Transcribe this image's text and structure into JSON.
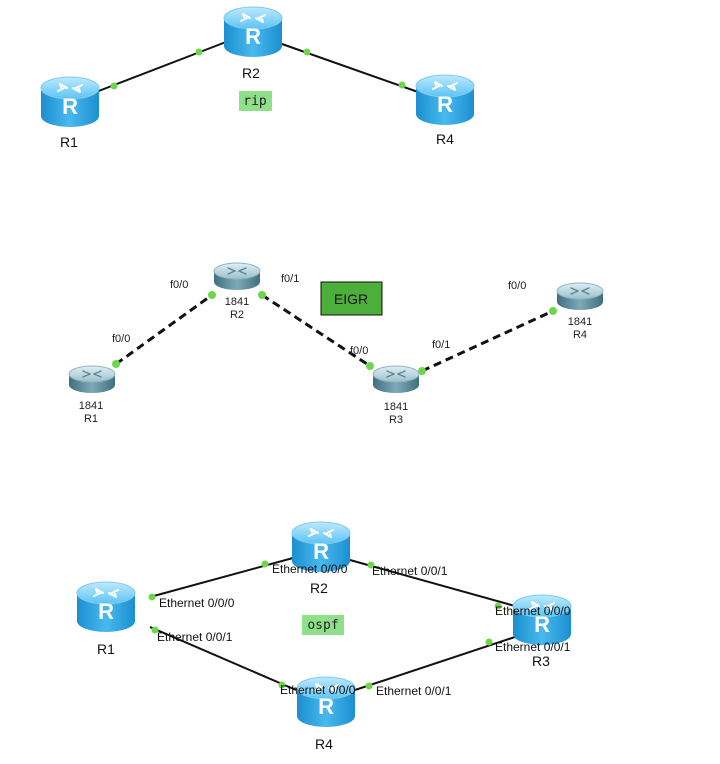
{
  "diagrams": {
    "rip": {
      "protocol_label": "rip",
      "routers": [
        {
          "name": "R1"
        },
        {
          "name": "R2"
        },
        {
          "name": "R4"
        }
      ]
    },
    "eigrp": {
      "protocol_label": "EIGR",
      "routers": [
        {
          "name": "R1",
          "model": "1841"
        },
        {
          "name": "R2",
          "model": "1841"
        },
        {
          "name": "R3",
          "model": "1841"
        },
        {
          "name": "R4",
          "model": "1841"
        }
      ],
      "ports": {
        "r1_f00": "f0/0",
        "r2_f00": "f0/0",
        "r2_f01": "f0/1",
        "r3_f00": "f0/0",
        "r3_f01": "f0/1",
        "r4_f00": "f0/0"
      }
    },
    "ospf": {
      "protocol_label": "ospf",
      "routers": [
        {
          "name": "R1"
        },
        {
          "name": "R2"
        },
        {
          "name": "R3"
        },
        {
          "name": "R4"
        }
      ],
      "ports": {
        "r1_e000": "Ethernet 0/0/0",
        "r1_e001": "Ethernet 0/0/1",
        "r2_e000": "Ethernet 0/0/0",
        "r2_e001": "Ethernet 0/0/1",
        "r3_e000": "Ethernet 0/0/0",
        "r3_e001": "Ethernet 0/0/1",
        "r4_e000": "Ethernet 0/0/0",
        "r4_e001": "Ethernet 0/0/1"
      }
    }
  },
  "colors": {
    "link_dot": "#6fd64a",
    "protocol_box": "#8fe08a",
    "eigrp_box": "#4caf3a",
    "router_blue": "#2aa6e6",
    "router_gray": "#6f9fb0"
  }
}
